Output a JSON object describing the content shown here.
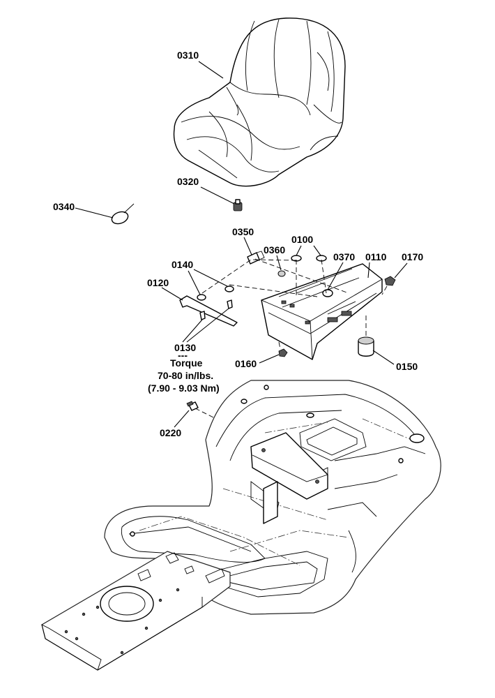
{
  "labels": {
    "l0310": "0310",
    "l0320": "0320",
    "l0340": "0340",
    "l0350": "0350",
    "l0360": "0360",
    "l0100": "0100",
    "l0370": "0370",
    "l0110": "0110",
    "l0170": "0170",
    "l0140": "0140",
    "l0120": "0120",
    "l0130": "0130",
    "l0160": "0160",
    "l0150": "0150",
    "l0220": "0220"
  },
  "torque_note": {
    "dashes": "---",
    "title": "Torque",
    "value_imperial": "70-80 in/lbs.",
    "value_metric": "(7.90 - 9.03 Nm)"
  }
}
